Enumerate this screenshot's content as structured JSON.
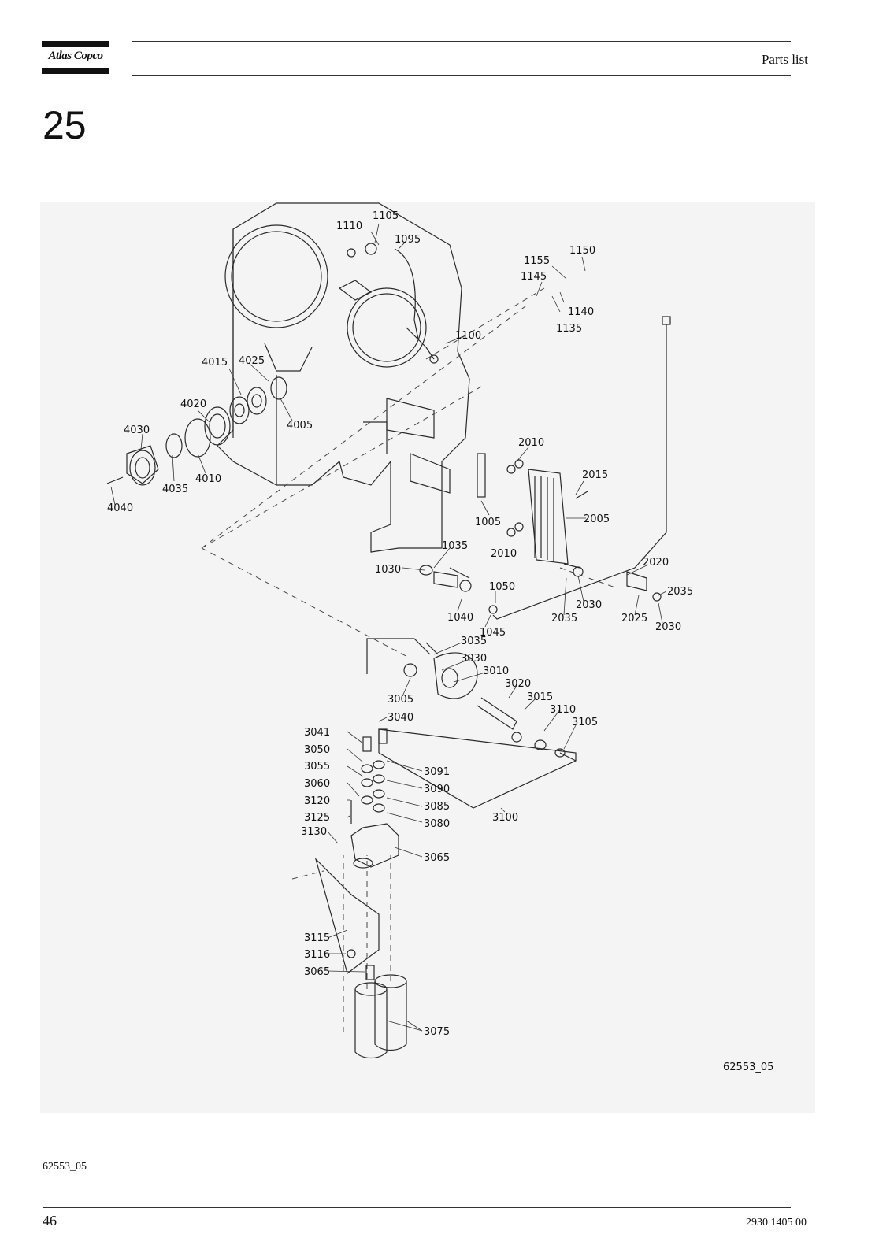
{
  "header": {
    "brand": "Atlas Copco",
    "title": "Parts list"
  },
  "section": {
    "number": "25"
  },
  "figure": {
    "code_in_figure": "62553_05",
    "callouts": [
      "1110",
      "1105",
      "1095",
      "1150",
      "1155",
      "1145",
      "1140",
      "1135",
      "1100",
      "4015",
      "4025",
      "4005",
      "4020",
      "4030",
      "4010",
      "4035",
      "4040",
      "2010",
      "2015",
      "2005",
      "1005",
      "1035",
      "1030",
      "1040",
      "1050",
      "1045",
      "2020",
      "2035",
      "2030",
      "2025",
      "3035",
      "3030",
      "3010",
      "3005",
      "3040",
      "3020",
      "3015",
      "3110",
      "3105",
      "3041",
      "3050",
      "3055",
      "3060",
      "3120",
      "3125",
      "3130",
      "3091",
      "3090",
      "3085",
      "3080",
      "3100",
      "3065",
      "3115",
      "3116",
      "3075"
    ]
  },
  "footer": {
    "figure_code": "62553_05",
    "page_number": "46",
    "doc_number": "2930 1405 00"
  }
}
